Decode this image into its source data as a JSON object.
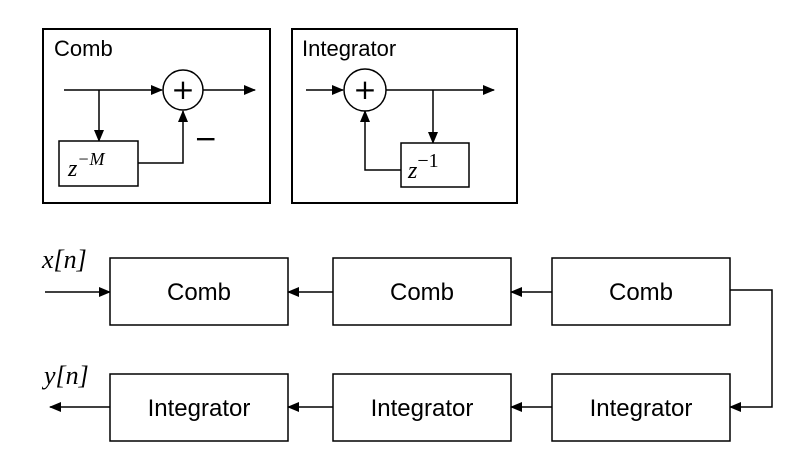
{
  "comb_panel": {
    "title": "Comb",
    "delay_base": "z",
    "delay_exponent": "−M",
    "adder_symbol": "+",
    "feedforward_sign": "−"
  },
  "integrator_panel": {
    "title": "Integrator",
    "delay_base": "z",
    "delay_exponent": "−1",
    "adder_symbol": "+"
  },
  "cascade": {
    "input_label": "x[n]",
    "output_label": "y[n]",
    "top_row": [
      "Comb",
      "Comb",
      "Comb"
    ],
    "bottom_row": [
      "Integrator",
      "Integrator",
      "Integrator"
    ]
  }
}
